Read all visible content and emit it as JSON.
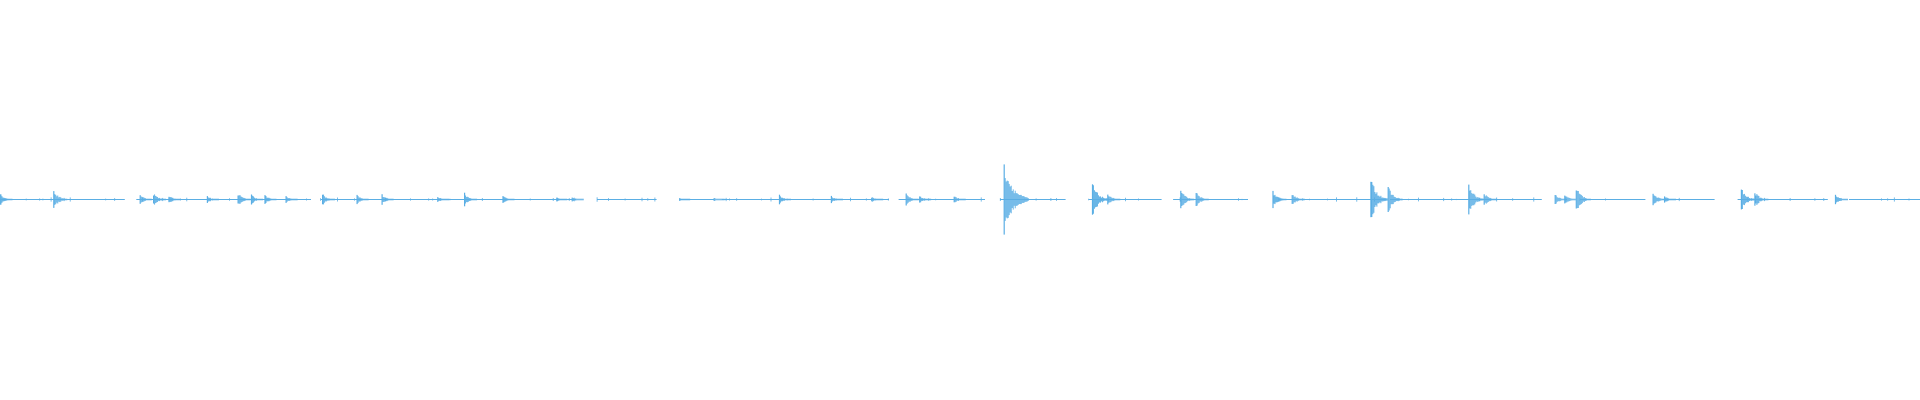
{
  "waveform": {
    "color": "#5aaee4",
    "segments": [
      [
        0.0,
        0.065
      ],
      [
        0.071,
        0.162
      ],
      [
        0.167,
        0.3
      ],
      [
        0.311,
        0.342
      ],
      [
        0.354,
        0.372
      ],
      [
        0.376,
        0.463
      ],
      [
        0.468,
        0.513
      ],
      [
        0.521,
        0.555
      ],
      [
        0.567,
        0.605
      ],
      [
        0.611,
        0.65
      ],
      [
        0.666,
        0.722
      ],
      [
        0.724,
        0.803
      ],
      [
        0.823,
        0.857
      ],
      [
        0.866,
        0.893
      ],
      [
        0.905,
        0.952
      ],
      [
        0.963,
        1.0
      ]
    ],
    "events": [
      [
        0.0,
        0.18
      ],
      [
        0.028,
        0.26
      ],
      [
        0.073,
        0.14
      ],
      [
        0.08,
        0.18
      ],
      [
        0.088,
        0.12
      ],
      [
        0.108,
        0.1
      ],
      [
        0.124,
        0.18
      ],
      [
        0.131,
        0.14
      ],
      [
        0.138,
        0.12
      ],
      [
        0.149,
        0.1
      ],
      [
        0.168,
        0.16
      ],
      [
        0.186,
        0.12
      ],
      [
        0.199,
        0.14
      ],
      [
        0.228,
        0.08
      ],
      [
        0.242,
        0.18
      ],
      [
        0.262,
        0.12
      ],
      [
        0.29,
        0.06
      ],
      [
        0.298,
        0.08
      ],
      [
        0.354,
        0.05
      ],
      [
        0.372,
        0.05
      ],
      [
        0.406,
        0.12
      ],
      [
        0.433,
        0.1
      ],
      [
        0.454,
        0.08
      ],
      [
        0.472,
        0.16
      ],
      [
        0.479,
        0.12
      ],
      [
        0.497,
        0.1
      ],
      [
        0.523,
        1.0
      ],
      [
        0.569,
        0.44
      ],
      [
        0.577,
        0.18
      ],
      [
        0.615,
        0.26
      ],
      [
        0.623,
        0.2
      ],
      [
        0.663,
        0.22
      ],
      [
        0.673,
        0.18
      ],
      [
        0.714,
        0.56
      ],
      [
        0.723,
        0.34
      ],
      [
        0.765,
        0.4
      ],
      [
        0.773,
        0.18
      ],
      [
        0.81,
        0.14
      ],
      [
        0.815,
        0.14
      ],
      [
        0.821,
        0.34
      ],
      [
        0.861,
        0.18
      ],
      [
        0.867,
        0.1
      ],
      [
        0.907,
        0.3
      ],
      [
        0.914,
        0.22
      ],
      [
        0.956,
        0.16
      ]
    ]
  }
}
